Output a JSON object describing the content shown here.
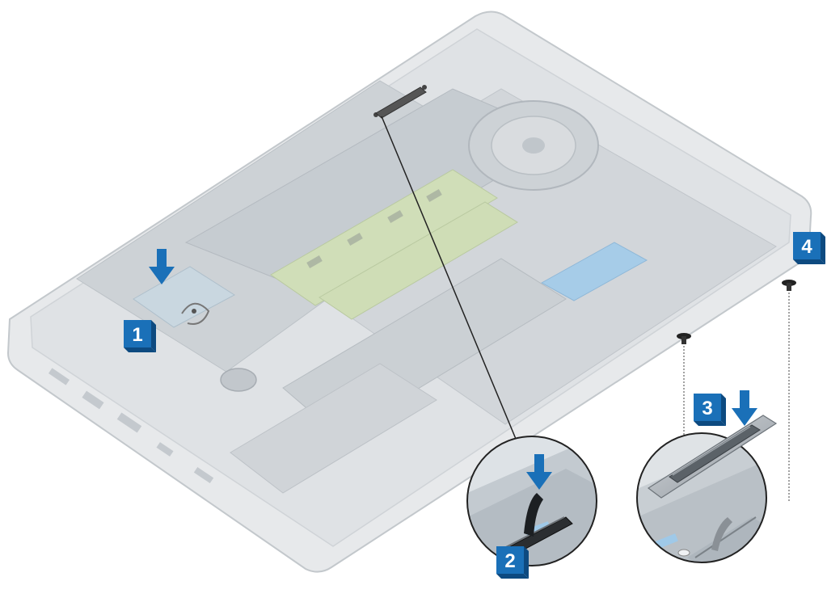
{
  "steps": [
    {
      "id": "1",
      "label": "1"
    },
    {
      "id": "2",
      "label": "2"
    },
    {
      "id": "3",
      "label": "3"
    },
    {
      "id": "4",
      "label": "4"
    }
  ],
  "colors": {
    "badge": "#1a70b8",
    "badge_dark": "#0d4a80",
    "arrow": "#1a70b8",
    "chassis": "#e6e8ea",
    "chassis_edge": "#c9cdd1",
    "board": "#cfd4d8",
    "shield": "#b7bdc3",
    "memory": "#cfe0b4",
    "flex_cable": "#9fc9e8",
    "callout_line": "#222222"
  },
  "icons": {
    "step_arrow": "down-arrow-icon",
    "screw": "screw-icon",
    "bracket": "ssd-bracket-icon"
  }
}
